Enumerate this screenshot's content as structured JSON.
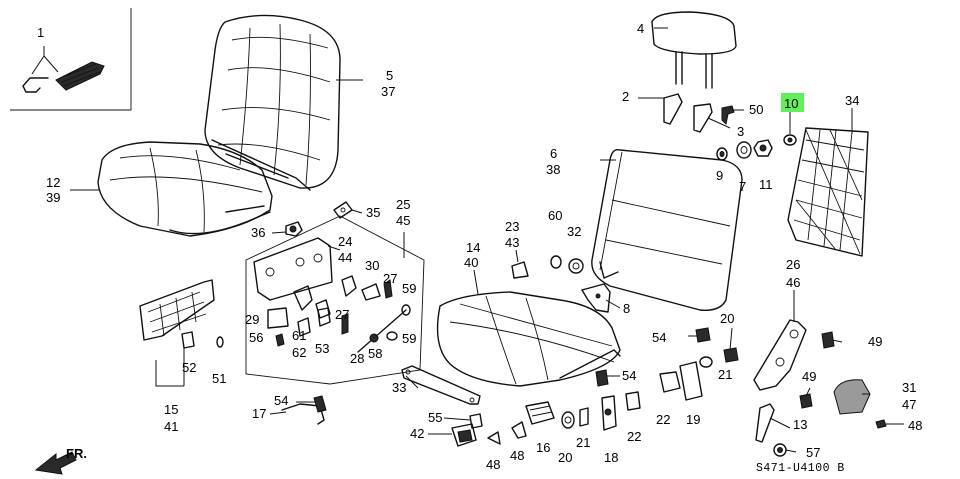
{
  "callouts": {
    "c1": "1",
    "c2": "2",
    "c3": "3",
    "c4": "4",
    "c5": "5",
    "c37": "37",
    "c6": "6",
    "c38": "38",
    "c7": "7",
    "c8": "8",
    "c9": "9",
    "c10": "10",
    "c11": "11",
    "c12": "12",
    "c39": "39",
    "c13": "13",
    "c14": "14",
    "c40": "40",
    "c15": "15",
    "c41": "41",
    "c16": "16",
    "c17": "17",
    "c18": "18",
    "c19": "19",
    "c20a": "20",
    "c20b": "20",
    "c21a": "21",
    "c21b": "21",
    "c22a": "22",
    "c22b": "22",
    "c23": "23",
    "c43": "43",
    "c24": "24",
    "c44": "44",
    "c25": "25",
    "c45": "45",
    "c26": "26",
    "c46": "46",
    "c27a": "27",
    "c27b": "27",
    "c28": "28",
    "c29": "29",
    "c30": "30",
    "c31": "31",
    "c47": "47",
    "c32": "32",
    "c33": "33",
    "c34": "34",
    "c35": "35",
    "c36": "36",
    "c42": "42",
    "c48a": "48",
    "c48b": "48",
    "c48c": "48",
    "c49a": "49",
    "c49b": "49",
    "c50": "50",
    "c51": "51",
    "c52": "52",
    "c53": "53",
    "c54a": "54",
    "c54b": "54",
    "c54c": "54",
    "c55": "55",
    "c56": "56",
    "c57": "57",
    "c58": "58",
    "c59a": "59",
    "c59b": "59",
    "c60": "60",
    "c61": "61",
    "c62": "62"
  },
  "highlight_color": "#62f05a",
  "highlighted_callout": "10",
  "front_arrow_label": "FR.",
  "drawing_code": "S471-U4100 B"
}
